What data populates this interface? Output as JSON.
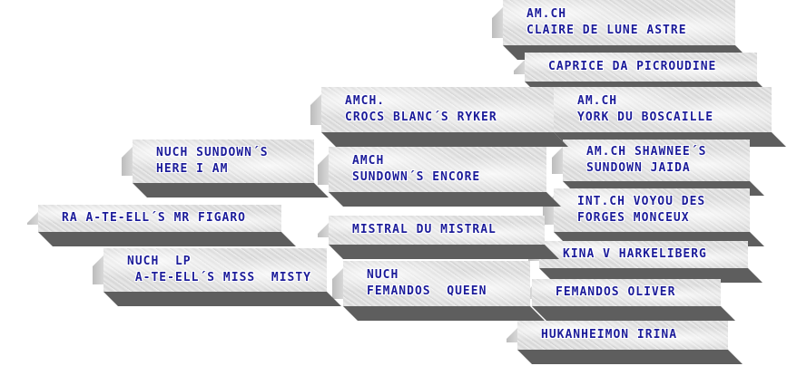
{
  "pedigree": {
    "subject": {
      "lines": [
        "RA A-TE-ELL´S MR FIGARO"
      ]
    },
    "sire": {
      "lines": [
        "NUCH SUNDOWN´S",
        "HERE I AM"
      ]
    },
    "dam": {
      "lines": [
        "NUCH  LP",
        " A-TE-ELL´S MISS  MISTY"
      ]
    },
    "sire_sire": {
      "lines": [
        "AMCH.",
        "CROCS BLANC´S RYKER"
      ]
    },
    "sire_dam": {
      "lines": [
        "AMCH",
        "SUNDOWN´S ENCORE"
      ]
    },
    "dam_sire": {
      "lines": [
        "MISTRAL DU MISTRAL"
      ]
    },
    "dam_dam": {
      "lines": [
        "NUCH",
        "FEMANDOS  QUEEN"
      ]
    },
    "g1": {
      "lines": [
        "AM.CH",
        "CLAIRE DE LUNE ASTRE"
      ]
    },
    "g2": {
      "lines": [
        "CAPRICE DA PICROUDINE"
      ]
    },
    "g3": {
      "lines": [
        "AM.CH",
        "YORK DU BOSCAILLE"
      ]
    },
    "g4": {
      "lines": [
        "AM.CH SHAWNEE´S",
        "SUNDOWN JAIDA"
      ]
    },
    "g5": {
      "lines": [
        "INT.CH VOYOU DES",
        "FORGES MONCEUX"
      ]
    },
    "g6": {
      "lines": [
        "KINA V HARKELIBERG"
      ]
    },
    "g7": {
      "lines": [
        "FEMANDOS OLIVER"
      ]
    },
    "g8": {
      "lines": [
        "HUKANHEIMON IRINA"
      ]
    }
  }
}
